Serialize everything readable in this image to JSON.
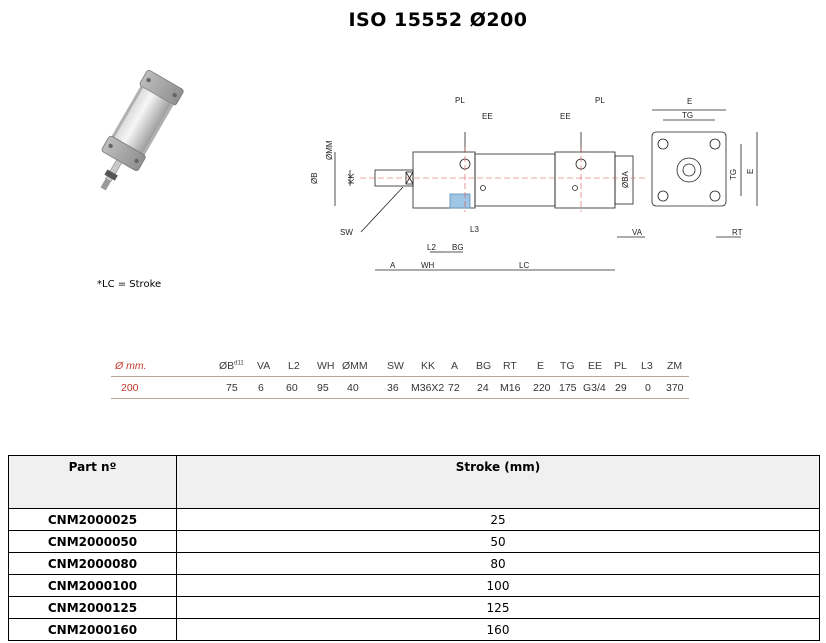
{
  "title": "ISO 15552 Ø200",
  "note": "*LC = Stroke",
  "drawing_labels": {
    "PL": "PL",
    "EE": "EE",
    "E": "E",
    "TG": "TG",
    "MM": "ØMM",
    "B": "ØB",
    "KK": "KK",
    "BA": "ØBA",
    "SW": "SW",
    "L2": "L2",
    "BG": "BG",
    "L3": "L3",
    "VA": "VA",
    "RT": "RT",
    "A": "A",
    "WH": "WH",
    "LC": "LC"
  },
  "dimensions": {
    "headers": [
      "Ø mm.",
      "ØB",
      "VA",
      "L2",
      "WH",
      "ØMM",
      "SW",
      "KK",
      "A",
      "BG",
      "RT",
      "E",
      "TG",
      "EE",
      "PL",
      "L3",
      "ZM"
    ],
    "b_tolerance": "d11",
    "values": [
      "200",
      "75",
      "6",
      "60",
      "95",
      "40",
      "36",
      "M36X2",
      "72",
      "24",
      "M16",
      "220",
      "175",
      "G3/4",
      "29",
      "0",
      "370"
    ]
  },
  "parts": {
    "header_part": "Part nº",
    "header_stroke": "Stroke (mm)",
    "rows": [
      {
        "part": "CNM2000025",
        "stroke": "25"
      },
      {
        "part": "CNM2000050",
        "stroke": "50"
      },
      {
        "part": "CNM2000080",
        "stroke": "80"
      },
      {
        "part": "CNM2000100",
        "stroke": "100"
      },
      {
        "part": "CNM2000125",
        "stroke": "125"
      },
      {
        "part": "CNM2000160",
        "stroke": "160"
      }
    ]
  },
  "colors": {
    "accent": "#c0392b",
    "dimension_rule": "#b9a39a",
    "drawing_line": "#222222",
    "center_line": "#d9534f"
  }
}
